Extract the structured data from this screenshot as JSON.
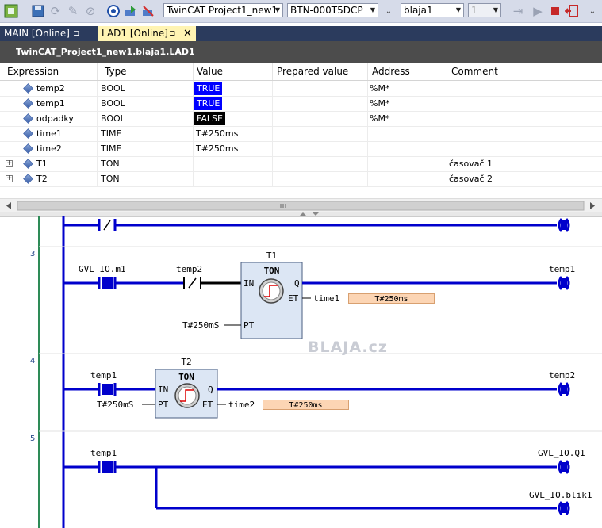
{
  "toolbar": {
    "project_combo": "TwinCAT Project1_new1",
    "target_combo": "BTN-000T5DCP",
    "task_combo": "blaja1",
    "count_combo": "1",
    "icons": [
      "add-item-icon",
      "save-icon",
      "refresh-icon",
      "tools-icon",
      "stop-icon",
      "config-mode-icon",
      "login-icon",
      "logout-icon",
      "start-icon",
      "stop-icon",
      "exit-icon"
    ]
  },
  "tabs": [
    {
      "label": "MAIN [Online]",
      "active": false
    },
    {
      "label": "LAD1 [Online]",
      "active": true
    }
  ],
  "watch": {
    "title": "TwinCAT_Project1_new1.blaja1.LAD1",
    "columns": [
      "Expression",
      "Type",
      "Value",
      "Prepared value",
      "Address",
      "Comment"
    ],
    "rows": [
      {
        "expression": "temp2",
        "type": "BOOL",
        "value": "TRUE",
        "prepared": "",
        "address": "%M*",
        "comment": "",
        "expandable": false
      },
      {
        "expression": "temp1",
        "type": "BOOL",
        "value": "TRUE",
        "prepared": "",
        "address": "%M*",
        "comment": "",
        "expandable": false
      },
      {
        "expression": "odpadky",
        "type": "BOOL",
        "value": "FALSE",
        "prepared": "",
        "address": "%M*",
        "comment": "",
        "expandable": false
      },
      {
        "expression": "time1",
        "type": "TIME",
        "value": "T#250ms",
        "prepared": "",
        "address": "",
        "comment": "",
        "expandable": false
      },
      {
        "expression": "time2",
        "type": "TIME",
        "value": "T#250ms",
        "prepared": "",
        "address": "",
        "comment": "",
        "expandable": false
      },
      {
        "expression": "T1",
        "type": "TON",
        "value": "",
        "prepared": "",
        "address": "",
        "comment": "časovač 1",
        "expandable": true
      },
      {
        "expression": "T2",
        "type": "TON",
        "value": "",
        "prepared": "",
        "address": "",
        "comment": "časovač 2",
        "expandable": true
      }
    ]
  },
  "ladder": {
    "networks": [
      {
        "number": "3",
        "contacts": [
          "GVL_IO.m1",
          "temp2"
        ],
        "fb_instance": "T1",
        "fb_type": "TON",
        "pin_in": "IN",
        "pin_pt": "PT",
        "pin_q": "Q",
        "pin_et": "ET",
        "pt_value": "T#250mS",
        "et_var": "time1",
        "et_online": "T#250ms",
        "coil": "temp1"
      },
      {
        "number": "4",
        "contacts": [
          "temp1"
        ],
        "fb_instance": "T2",
        "fb_type": "TON",
        "pin_in": "IN",
        "pin_pt": "PT",
        "pin_q": "Q",
        "pin_et": "ET",
        "pt_value": "T#250mS",
        "et_var": "time2",
        "et_online": "T#250ms",
        "coil": "temp2"
      },
      {
        "number": "5",
        "contacts": [
          "temp1"
        ],
        "coils": [
          "GVL_IO.Q1",
          "GVL_IO.blik1"
        ]
      }
    ],
    "watermark": "BLAJA.cz"
  }
}
